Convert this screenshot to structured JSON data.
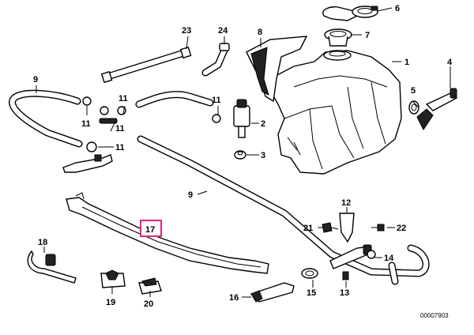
{
  "diagram": {
    "callouts": [
      {
        "id": "1",
        "text": "1"
      },
      {
        "id": "2",
        "text": "2"
      },
      {
        "id": "3",
        "text": "3"
      },
      {
        "id": "4",
        "text": "4"
      },
      {
        "id": "5",
        "text": "5"
      },
      {
        "id": "6",
        "text": "6"
      },
      {
        "id": "7",
        "text": "7"
      },
      {
        "id": "8",
        "text": "8"
      },
      {
        "id": "9a",
        "text": "9"
      },
      {
        "id": "9b",
        "text": "9"
      },
      {
        "id": "11a",
        "text": "11"
      },
      {
        "id": "11b",
        "text": "11"
      },
      {
        "id": "11c",
        "text": "11"
      },
      {
        "id": "11d",
        "text": "11"
      },
      {
        "id": "11e",
        "text": "11"
      },
      {
        "id": "12",
        "text": "12"
      },
      {
        "id": "13",
        "text": "13"
      },
      {
        "id": "14",
        "text": "14"
      },
      {
        "id": "15",
        "text": "15"
      },
      {
        "id": "16",
        "text": "16"
      },
      {
        "id": "17",
        "text": "17"
      },
      {
        "id": "18",
        "text": "18"
      },
      {
        "id": "19",
        "text": "19"
      },
      {
        "id": "20",
        "text": "20"
      },
      {
        "id": "21",
        "text": "21"
      },
      {
        "id": "22",
        "text": "22"
      },
      {
        "id": "23",
        "text": "23"
      },
      {
        "id": "24",
        "text": "24"
      }
    ],
    "highlighted_callout": "17",
    "highlight_color": "#e0257f",
    "diagram_code": "00007903"
  }
}
